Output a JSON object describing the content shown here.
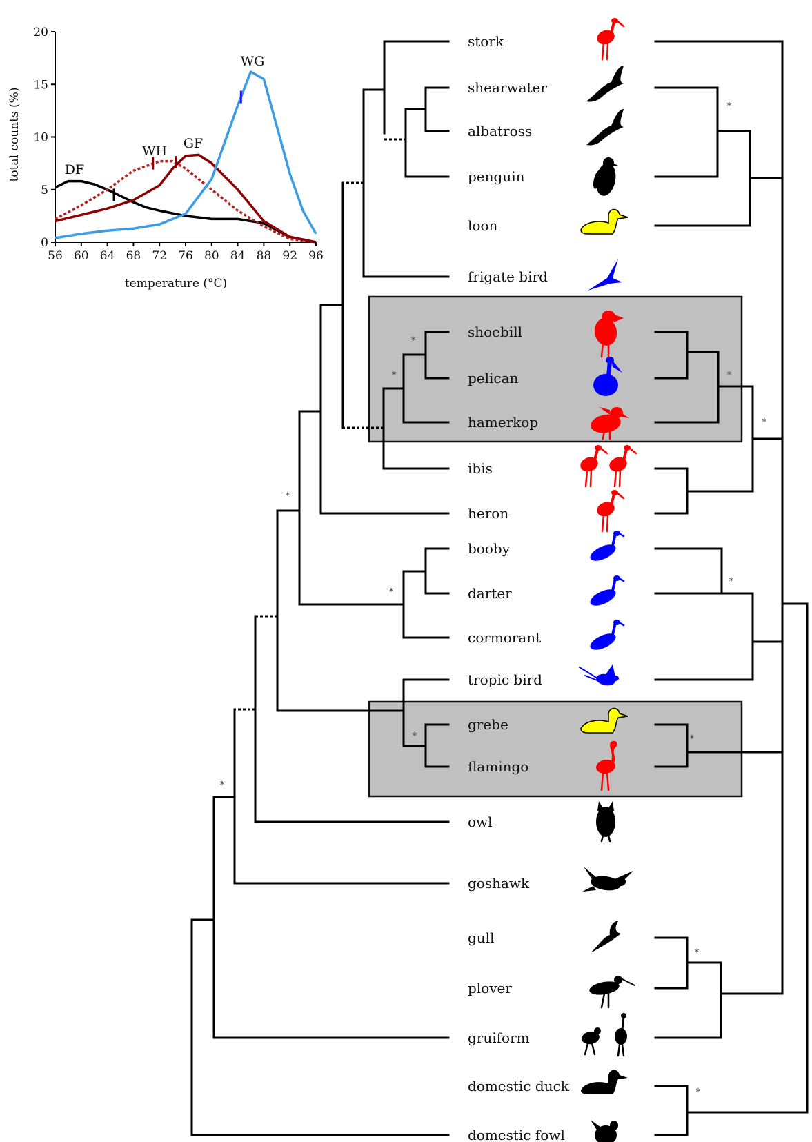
{
  "chart_data": {
    "type": "line",
    "title": "",
    "xlabel": "temperature (°C)",
    "ylabel": "total counts (%)",
    "xlim": [
      56,
      96
    ],
    "ylim": [
      0,
      20
    ],
    "xticks": [
      56,
      60,
      64,
      68,
      72,
      76,
      80,
      84,
      88,
      92,
      96
    ],
    "yticks": [
      0,
      5,
      10,
      15,
      20
    ],
    "grid": false,
    "series": [
      {
        "name": "DF",
        "color": "#000000",
        "dashed": false,
        "x": [
          56,
          58,
          60,
          62,
          64,
          66,
          68,
          70,
          72,
          76,
          80,
          84,
          88,
          92,
          96
        ],
        "y": [
          5.2,
          5.8,
          5.8,
          5.5,
          5.0,
          4.4,
          3.8,
          3.3,
          3.0,
          2.5,
          2.2,
          2.2,
          1.8,
          0.5,
          0
        ]
      },
      {
        "name": "WH",
        "color": "#b22222",
        "dashed": true,
        "x": [
          56,
          60,
          64,
          68,
          72,
          74,
          76,
          80,
          84,
          88,
          92,
          96
        ],
        "y": [
          2.2,
          3.5,
          5.0,
          6.8,
          7.7,
          7.7,
          7.0,
          5.0,
          3.0,
          1.5,
          0.3,
          0
        ]
      },
      {
        "name": "GF",
        "color": "#8b0000",
        "dashed": false,
        "x": [
          56,
          60,
          64,
          68,
          72,
          74,
          76,
          78,
          80,
          84,
          88,
          92,
          96
        ],
        "y": [
          2.0,
          2.6,
          3.2,
          4.0,
          5.4,
          7.0,
          8.2,
          8.3,
          7.5,
          5.0,
          2.0,
          0.5,
          0
        ]
      },
      {
        "name": "WG",
        "color": "#3a9be6",
        "dashed": false,
        "x": [
          56,
          60,
          64,
          68,
          72,
          76,
          80,
          84,
          86,
          88,
          92,
          94,
          96
        ],
        "y": [
          0.4,
          0.8,
          1.1,
          1.3,
          1.7,
          2.7,
          6.0,
          13.0,
          16.2,
          15.5,
          6.5,
          3.0,
          0.8
        ]
      }
    ],
    "tick_marks": [
      {
        "series": "DF",
        "x": 65,
        "y": 4.5
      },
      {
        "series": "WH",
        "x": 71,
        "y": 7.5
      },
      {
        "series": "GF",
        "x": 74.5,
        "y": 7.6
      },
      {
        "series": "WG",
        "x": 84.5,
        "y": 13.8
      }
    ],
    "annotations": [
      "DF",
      "WH",
      "GF",
      "WG"
    ]
  },
  "taxa": [
    {
      "name": "stork",
      "icon": "stork-icon",
      "color": "#ff0000"
    },
    {
      "name": "shearwater",
      "icon": "shearwater-icon",
      "color": "#000000"
    },
    {
      "name": "albatross",
      "icon": "albatross-icon",
      "color": "#000000"
    },
    {
      "name": "penguin",
      "icon": "penguin-icon",
      "color": "#000000"
    },
    {
      "name": "loon",
      "icon": "loon-icon",
      "color": "#ffff00"
    },
    {
      "name": "frigate bird",
      "icon": "frigate-bird-icon",
      "color": "#0000ff"
    },
    {
      "name": "shoebill",
      "icon": "shoebill-icon",
      "color": "#ff0000"
    },
    {
      "name": "pelican",
      "icon": "pelican-icon",
      "color": "#0000ff"
    },
    {
      "name": "hamerkop",
      "icon": "hamerkop-icon",
      "color": "#ff0000"
    },
    {
      "name": "ibis",
      "icon": "ibis-icon",
      "color": "#ff0000"
    },
    {
      "name": "heron",
      "icon": "heron-icon",
      "color": "#ff0000"
    },
    {
      "name": "booby",
      "icon": "booby-icon",
      "color": "#0000ff"
    },
    {
      "name": "darter",
      "icon": "darter-icon",
      "color": "#0000ff"
    },
    {
      "name": "cormorant",
      "icon": "cormorant-icon",
      "color": "#0000ff"
    },
    {
      "name": "tropic bird",
      "icon": "tropic-bird-icon",
      "color": "#0000ff"
    },
    {
      "name": "grebe",
      "icon": "grebe-icon",
      "color": "#ffff00"
    },
    {
      "name": "flamingo",
      "icon": "flamingo-icon",
      "color": "#ff0000"
    },
    {
      "name": "owl",
      "icon": "owl-icon",
      "color": "#000000"
    },
    {
      "name": "goshawk",
      "icon": "goshawk-icon",
      "color": "#000000"
    },
    {
      "name": "gull",
      "icon": "gull-icon",
      "color": "#000000"
    },
    {
      "name": "plover",
      "icon": "plover-icon",
      "color": "#000000"
    },
    {
      "name": "gruiform",
      "icon": "gruiform-icon",
      "color": "#000000"
    },
    {
      "name": "domestic duck",
      "icon": "domestic-duck-icon",
      "color": "#000000"
    },
    {
      "name": "domestic fowl",
      "icon": "domestic-fowl-icon",
      "color": "#000000"
    }
  ],
  "support_marker": "*"
}
